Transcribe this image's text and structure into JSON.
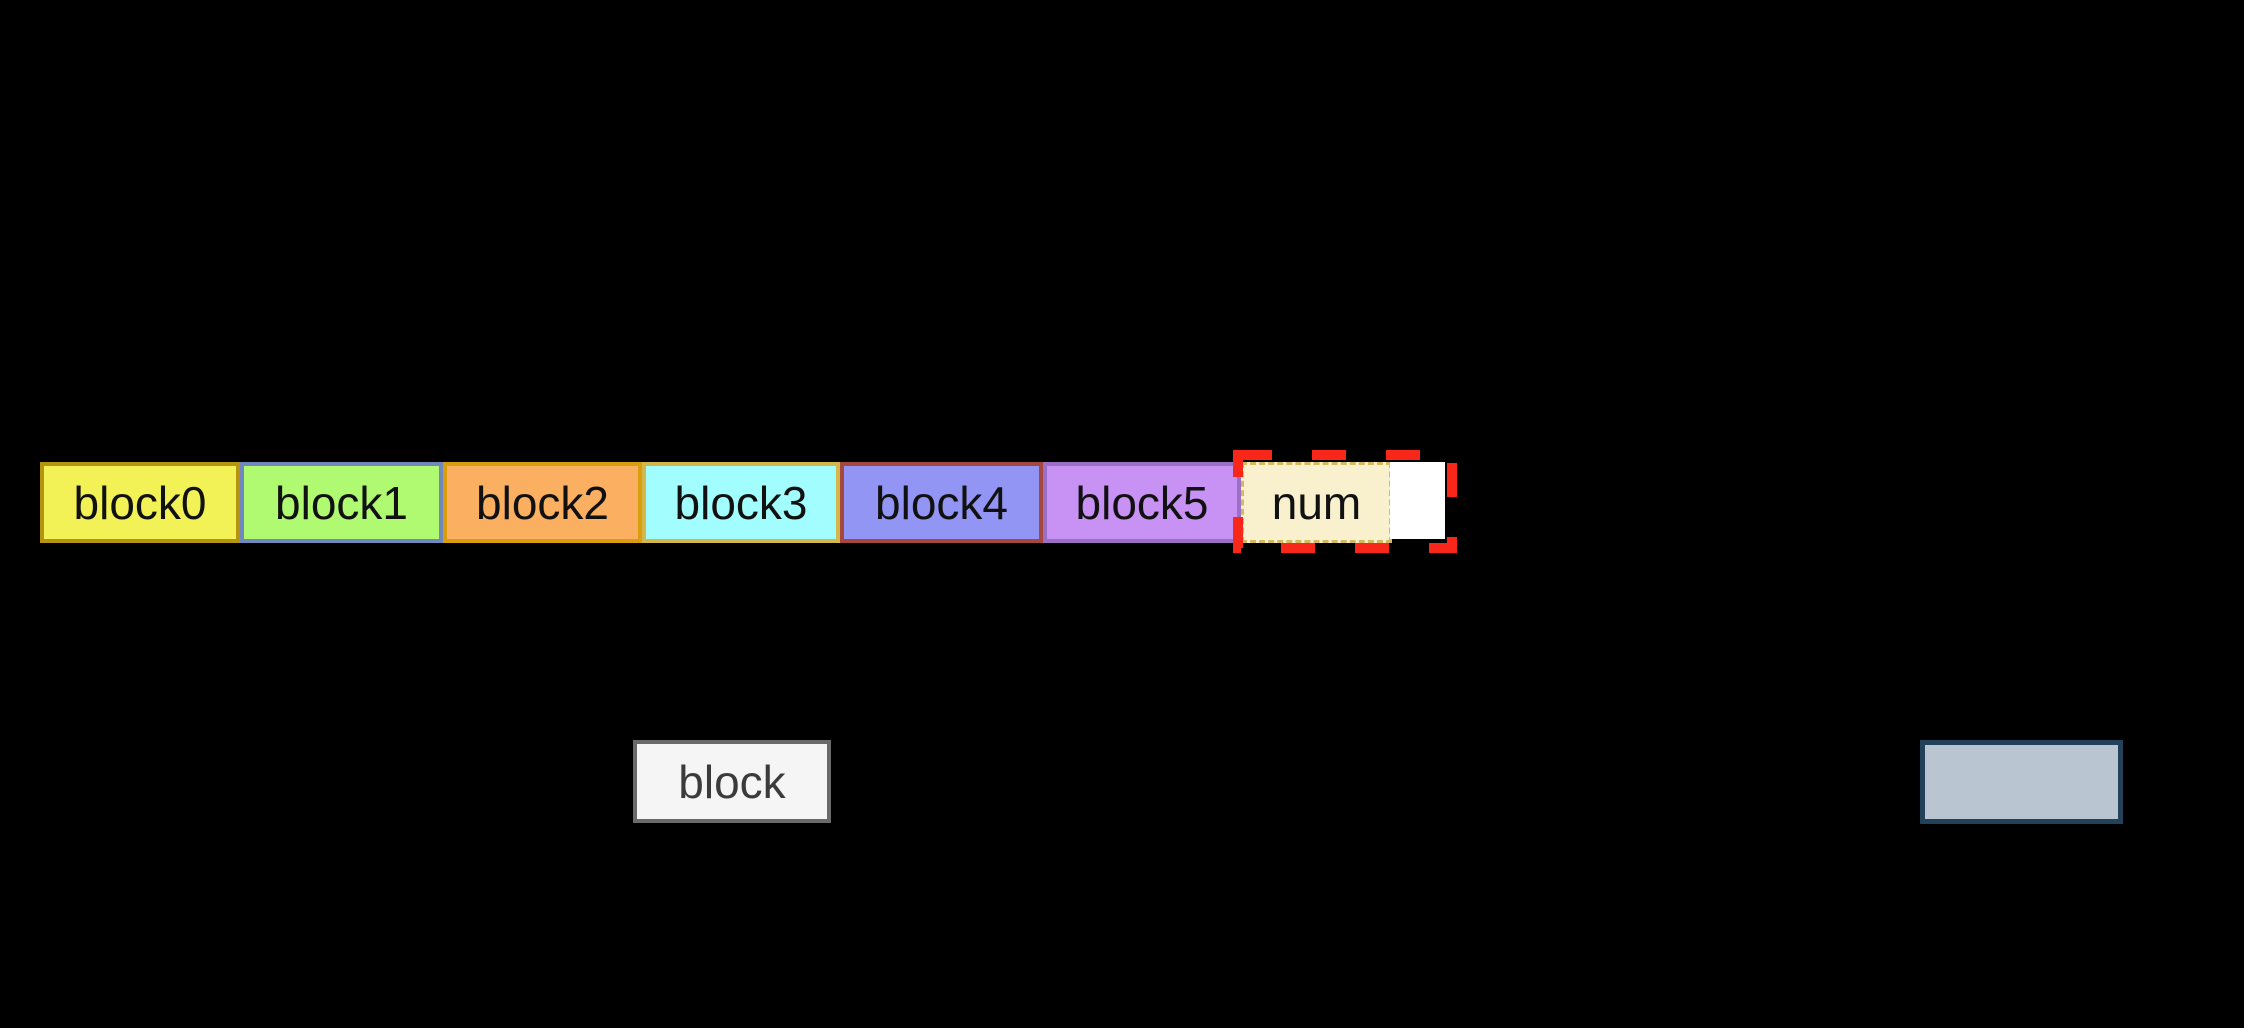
{
  "page": {
    "fill": "#000000"
  },
  "row": {
    "blocks": [
      {
        "label": "block0",
        "fill": "#F2F256",
        "border": "#B59412"
      },
      {
        "label": "block1",
        "fill": "#AFFA70",
        "border": "#7188BE"
      },
      {
        "label": "block2",
        "fill": "#FAAF61",
        "border": "#D99D10"
      },
      {
        "label": "block3",
        "fill": "#A2FEFE",
        "border": "#D3B74B"
      },
      {
        "label": "block4",
        "fill": "#9295F4",
        "border": "#A6473F"
      },
      {
        "label": "block5",
        "fill": "#C792F3",
        "border": "#9B70C4"
      },
      {
        "label": "num",
        "fill": "#F9F0CE",
        "border": "#D5BA5D"
      }
    ],
    "empty_slot": {
      "fill": "#FFFFFF"
    },
    "highlight_color": "#F9261A"
  },
  "legend": {
    "block_box": {
      "label": "block",
      "fill": "#F5F5F5",
      "border": "#6A6A6A",
      "text_color": "#3B3B3B"
    },
    "swatch_box": {
      "fill": "#B9C6D2",
      "border": "#24415A"
    }
  }
}
